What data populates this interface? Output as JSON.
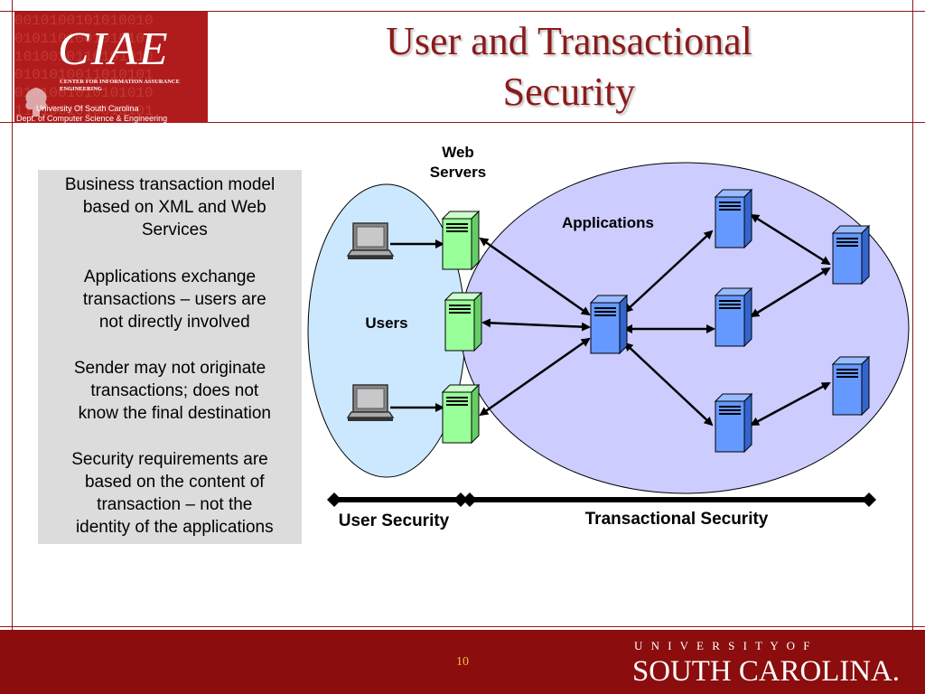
{
  "logo": {
    "acronym": "CIAE",
    "center_name": "CENTER FOR INFORMATION ASSURANCE ENGINEERING",
    "university": "University Of South Carolina",
    "department": "Dept. of Computer Science & Engineering",
    "background_digits": "0010100101010010\n0101101001010101\n1010010110101010\n0101010011010101\n0101001010101010\n1101001010010101"
  },
  "slide": {
    "title": "User and Transactional\nSecurity",
    "bullets": [
      "Business transaction model\n  based on XML and Web\n  Services",
      "Applications exchange\n  transactions – users are\n  not directly involved",
      "Sender may not originate\n  transactions; does not\n  know the final destination",
      "Security requirements are\n  based on the content of\n  transaction – not the\n  identity of the applications"
    ]
  },
  "diagram": {
    "web_servers_line1": "Web",
    "web_servers_line2": "Servers",
    "applications_label": "Applications",
    "users_label": "Users",
    "user_security_label": "User Security",
    "transactional_security_label": "Transactional Security",
    "colors": {
      "users_region": "#cce8ff",
      "applications_region": "#ccccff",
      "web_server": "#99ff99",
      "app_server": "#6699ff",
      "security_bar": "#000000"
    }
  },
  "footer": {
    "page_number": "10",
    "univ_top": "U N I V E R S I T Y   O F",
    "univ_bottom": "SOUTH CAROLINA."
  }
}
